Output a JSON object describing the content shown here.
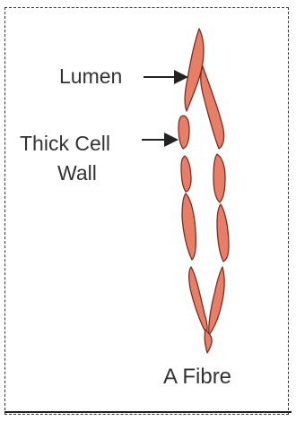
{
  "labels": {
    "lumen": "Lumen",
    "cell_wall_line1": "Thick Cell",
    "cell_wall_line2": "Wall",
    "caption": "A Fibre"
  },
  "colors": {
    "fibre_fill": "#e87e66",
    "fibre_stroke": "#7a2e22",
    "text": "#333333",
    "arrow": "#222222"
  }
}
